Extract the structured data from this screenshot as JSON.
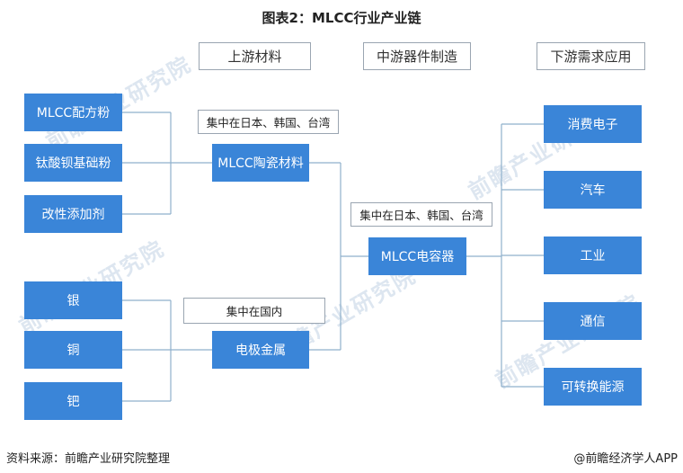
{
  "title": "图表2：MLCC行业产业链",
  "headers": {
    "upstream": "上游材料",
    "midstream": "中游器件制造",
    "downstream": "下游需求应用"
  },
  "notes": {
    "ceramic_note": "集中在日本、韩国、台湾",
    "mlcc_note": "集中在日本、韩国、台湾",
    "electrode_note": "集中在国内"
  },
  "upstream_inputs": [
    "MLCC配方粉",
    "钛酸钡基础粉",
    "改性添加剂",
    "银",
    "铜",
    "钯"
  ],
  "materials": {
    "ceramic": "MLCC陶瓷材料",
    "electrode": "电极金属"
  },
  "midstream_product": "MLCC电容器",
  "applications": [
    "消费电子",
    "汽车",
    "工业",
    "通信",
    "可转换能源"
  ],
  "footer": {
    "source": "资料来源：前瞻产业研究院整理",
    "credit": "@前瞻经济学人APP"
  },
  "watermark_text": "前瞻产业研究院",
  "colors": {
    "node_fill": "#3a85d8",
    "connector": "#8fb0cc",
    "box_border": "#9aa5b1"
  }
}
